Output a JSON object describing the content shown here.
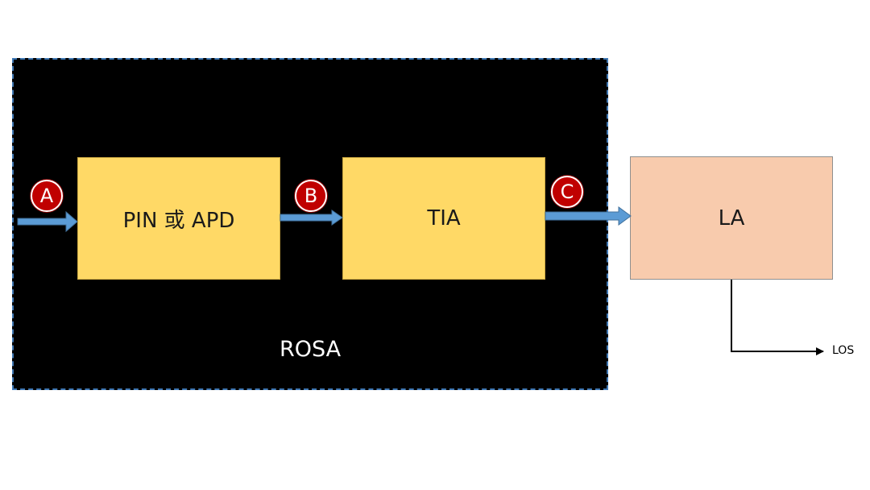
{
  "diagram": {
    "container_label": "ROSA",
    "blocks": {
      "pin": "PIN 或 APD",
      "tia": "TIA",
      "la": "LA"
    },
    "markers": {
      "a": "A",
      "b": "B",
      "c": "C"
    },
    "output_label": "LOS"
  },
  "colors": {
    "container_bg": "#000000",
    "container_border": "#3f78b4",
    "block_yellow": "#ffd966",
    "block_la": "#f8cbad",
    "marker_red": "#c00000",
    "arrow_blue": "#5b9bd5"
  }
}
